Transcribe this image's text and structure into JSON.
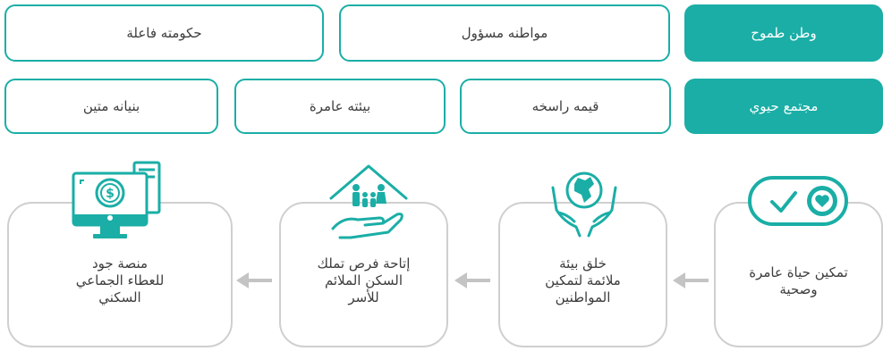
{
  "colors": {
    "accent": "#1aaea6",
    "border_gray": "#cfcfcf",
    "arrow_gray": "#c4c4c4"
  },
  "row1": {
    "primary": "وطن طموح",
    "items": [
      "مواطنه مسؤول",
      "حكومته فاعلة"
    ]
  },
  "row2": {
    "primary": "مجتمع حيوي",
    "items": [
      "قيمه راسخه",
      "بيئته عامرة",
      "بنيانه متين"
    ]
  },
  "cards": [
    {
      "text": "تمكين حياة عامرة\nوصحية",
      "icon": "check-heart-toggle-icon"
    },
    {
      "text": "خلق بيئة\nملائمة لتمكين\nالمواطنين",
      "icon": "hands-globe-icon"
    },
    {
      "text": "إتاحة فرص تملك\nالسكن الملائم\nللأسر",
      "icon": "family-house-hand-icon"
    },
    {
      "text": "منصة جود\nللعطاء الجماعي\nالسكني",
      "icon": "donation-computer-icon"
    }
  ]
}
